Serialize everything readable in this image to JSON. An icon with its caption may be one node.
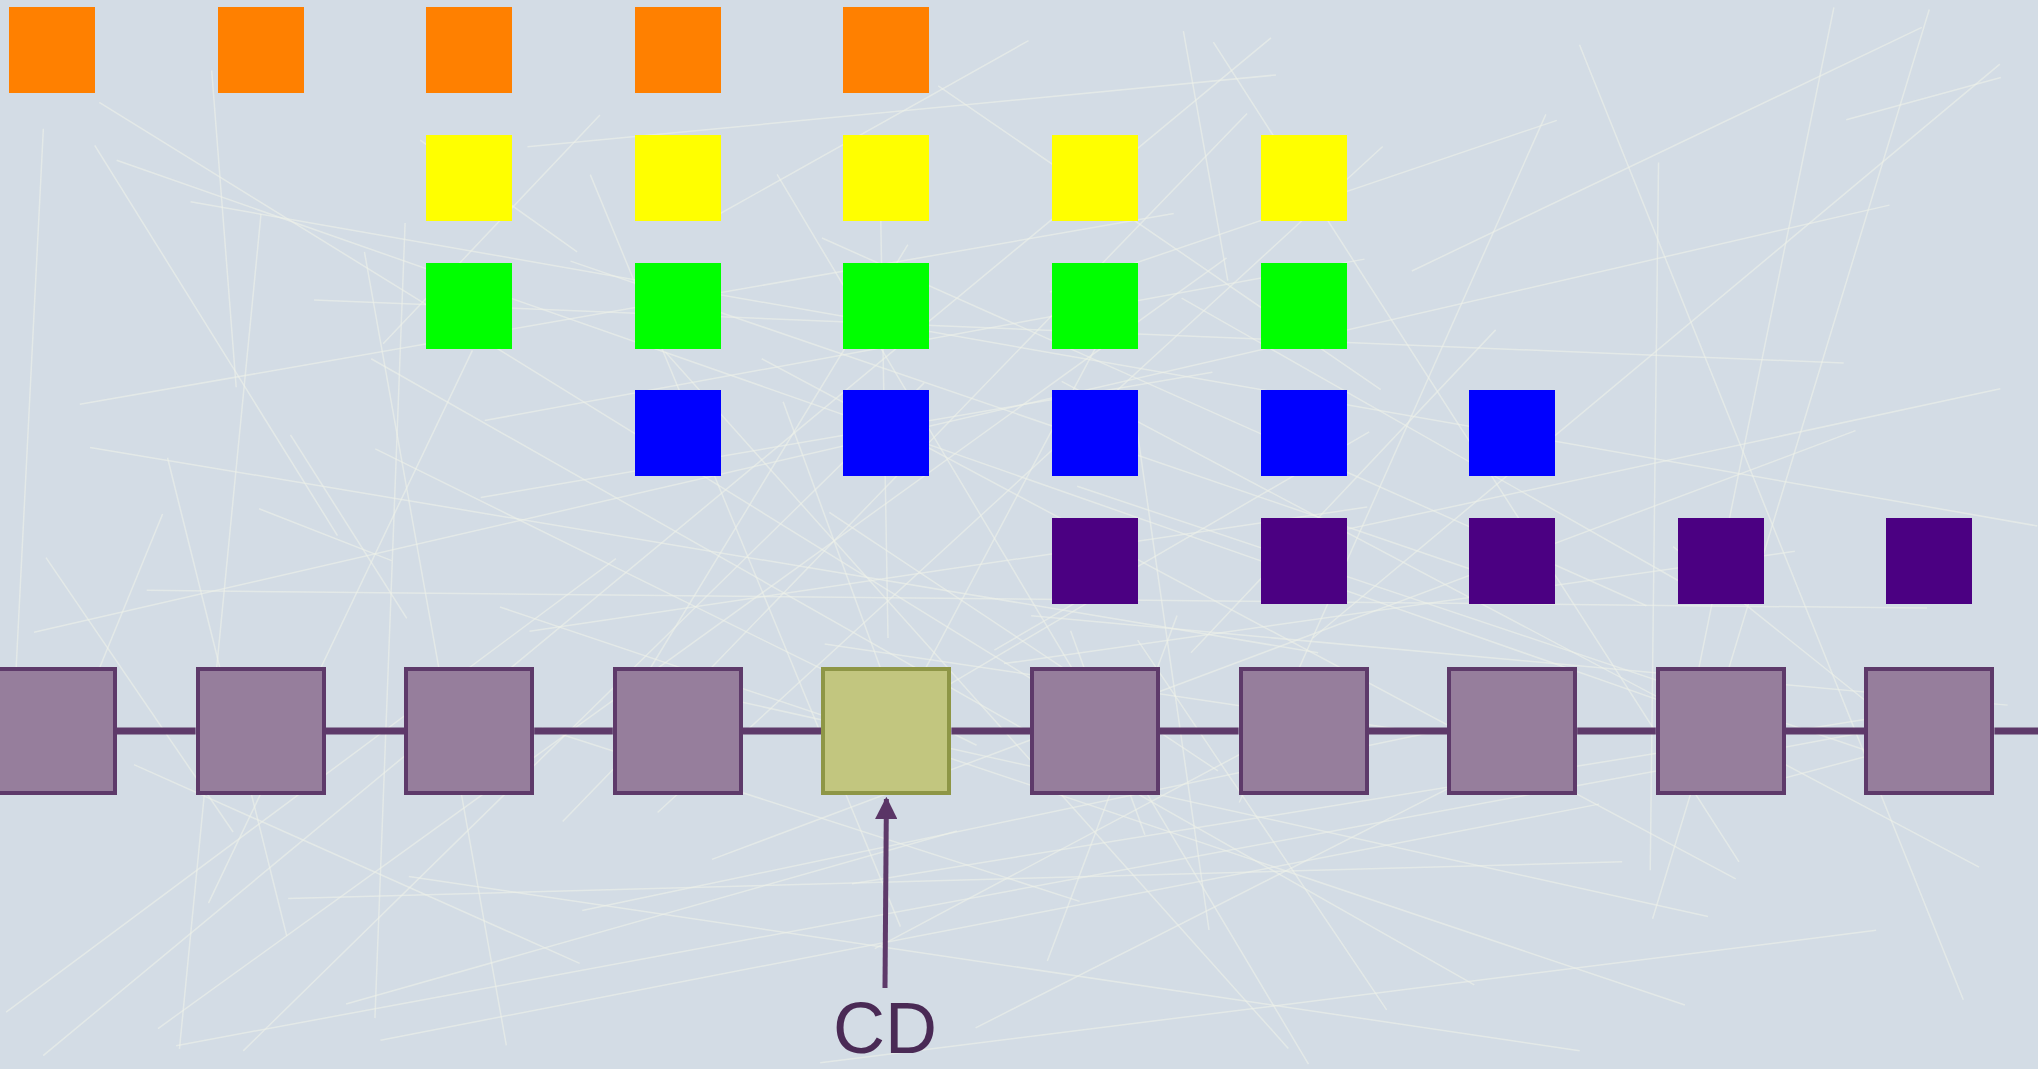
{
  "diagram": {
    "nodes": [
      {
        "text": [],
        "shape": "box"
      },
      {
        "text": [],
        "shape": "box"
      },
      {
        "text": [],
        "shape": "box"
      },
      {
        "text": [],
        "shape": "box"
      },
      {
        "text": [],
        "shape": "box"
      },
      {
        "text": [],
        "shape": "box"
      },
      {
        "text": [],
        "shape": "box"
      },
      {
        "text": [],
        "shape": "box"
      },
      {
        "text": [],
        "shape": "box"
      },
      {
        "text": [],
        "shape": "box"
      },
      {
        "text": [],
        "shape": "box"
      },
      {
        "text": [],
        "shape": "box"
      },
      {
        "text": [],
        "shape": "box"
      },
      {
        "text": [],
        "shape": "box"
      },
      {
        "text": [],
        "shape": "box"
      },
      {
        "text": [],
        "shape": "box"
      },
      {
        "text": [],
        "shape": "box"
      },
      {
        "text": [],
        "shape": "box"
      },
      {
        "text": [],
        "shape": "box"
      },
      {
        "text": [],
        "shape": "box"
      },
      {
        "text": [],
        "shape": "box"
      },
      {
        "text": [],
        "shape": "box"
      },
      {
        "text": [],
        "shape": "box"
      },
      {
        "text": [],
        "shape": "box"
      },
      {
        "text": [],
        "shape": "box"
      },
      {
        "text": [],
        "shape": "box"
      },
      {
        "text": [],
        "shape": "box"
      },
      {
        "text": [],
        "shape": "box"
      },
      {
        "text": [],
        "shape": "box"
      },
      {
        "text": [],
        "shape": "box"
      },
      {
        "text": [],
        "shape": "box"
      },
      {
        "text": [],
        "shape": "box"
      },
      {
        "text": [],
        "shape": "box"
      },
      {
        "text": [],
        "shape": "box"
      },
      {
        "text": [],
        "shape": "box"
      },
      {
        "text": [
          "CD"
        ]
      }
    ],
    "edges": [
      {
        "from": 25,
        "to": 26,
        "arrow": "none"
      },
      {
        "from": 26,
        "to": 27,
        "arrow": "none"
      },
      {
        "from": 27,
        "to": 28,
        "arrow": "none"
      },
      {
        "from": 28,
        "to": 29,
        "arrow": "none"
      },
      {
        "from": 29,
        "to": 30,
        "arrow": "none"
      },
      {
        "from": 30,
        "to": 31,
        "arrow": "none"
      },
      {
        "from": 31,
        "to": 32,
        "arrow": "none"
      },
      {
        "from": 32,
        "to": 33,
        "arrow": "none"
      },
      {
        "from": 33,
        "to": 34,
        "arrow": "none"
      },
      {
        "from": 34,
        "to": null,
        "arrow": "none"
      },
      {
        "from": 35,
        "to": 29,
        "arrow": "to"
      }
    ]
  }
}
